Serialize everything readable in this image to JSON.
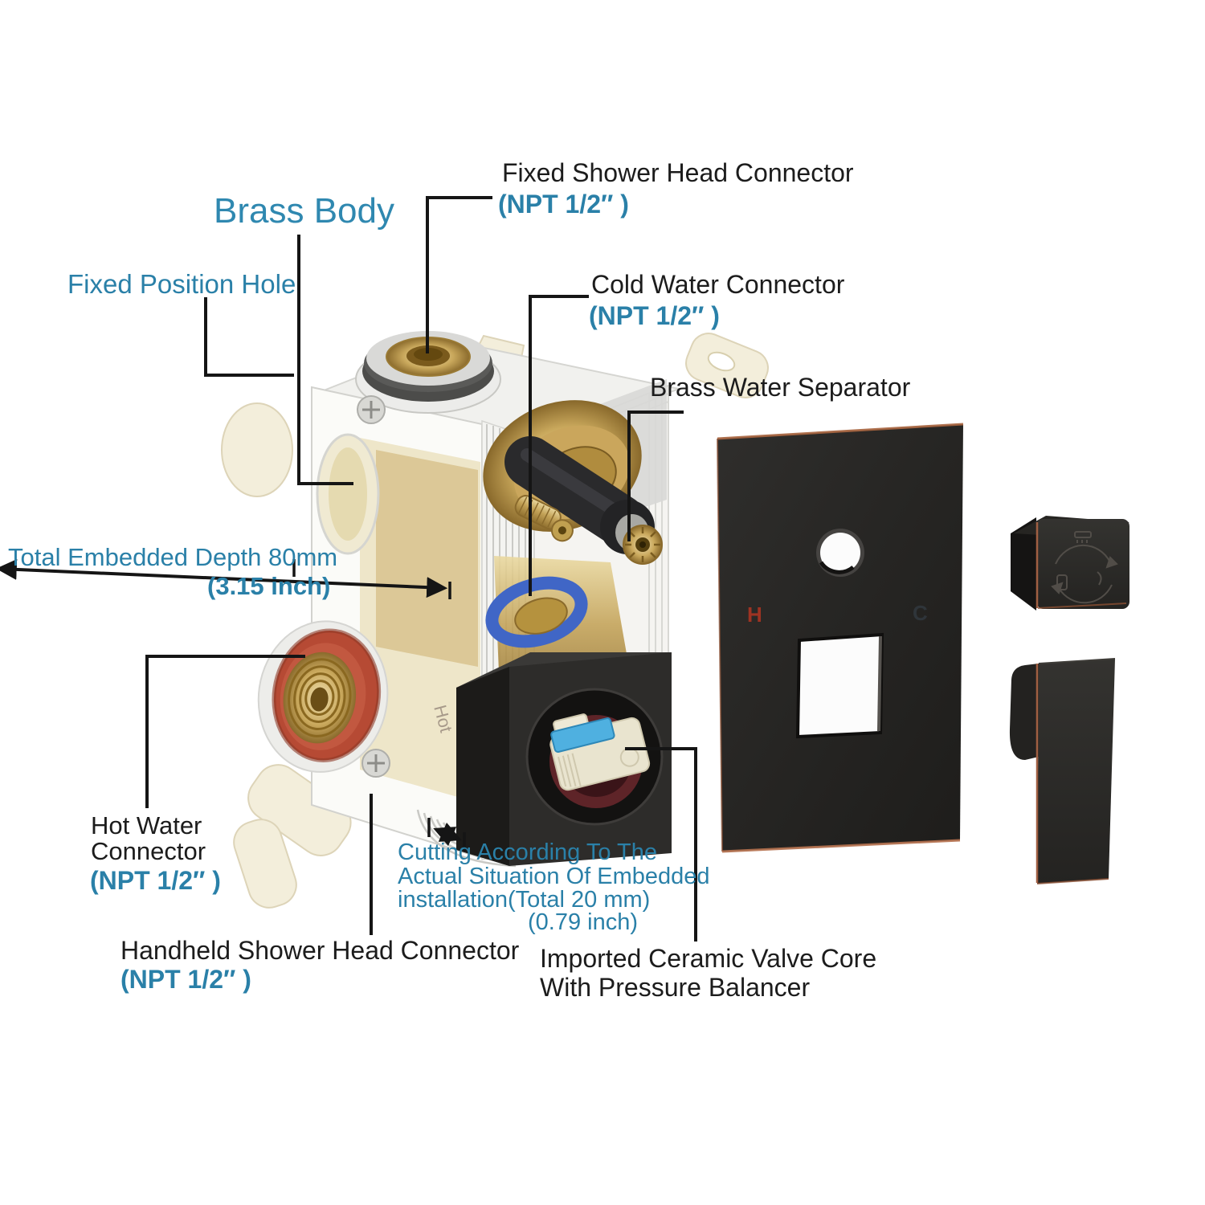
{
  "labels": {
    "fixed_shower_head": "Fixed Shower Head Connector",
    "fixed_shower_head_npt": "(NPT 1/2″ )",
    "brass_body": "Brass Body",
    "fixed_position_hole": "Fixed Position Hole",
    "cold_water": "Cold Water Connector",
    "cold_water_npt": "(NPT 1/2″ )",
    "brass_water_separator": "Brass Water Separator",
    "embedded_depth_1": "Total Embedded Depth 80mm",
    "embedded_depth_2": "(3.15 inch)",
    "hot_water_1": "Hot Water",
    "hot_water_2": "Connector",
    "hot_water_npt": "(NPT 1/2″ )",
    "handheld": "Handheld Shower Head Connector",
    "handheld_npt": "(NPT 1/2″ )",
    "cutting_1": "Cutting According To The",
    "cutting_2": "Actual Situation Of Embedded",
    "cutting_3": "installation(Total 20 mm)",
    "cutting_4": "(0.79 inch)",
    "valve_core_1": "Imported Ceramic Valve Core",
    "valve_core_2": "With Pressure Balancer"
  },
  "plate_markings": {
    "hot": "H",
    "cold": "C"
  },
  "body_markings": {
    "hot_port": "Hot"
  },
  "colors": {
    "annotation_teal": "#2a80a8",
    "annotation_black": "#1c1c1c",
    "callout_line": "#151515",
    "plate_finish": "#262523",
    "copper_accent": "#a8643f",
    "hot_marker_red": "#9e3322",
    "brass": "#c9a85c",
    "cold_ring_blue": "#4066c6",
    "hot_ring_red": "#b64a34",
    "mounting_ear_cream": "#f3eedb"
  }
}
